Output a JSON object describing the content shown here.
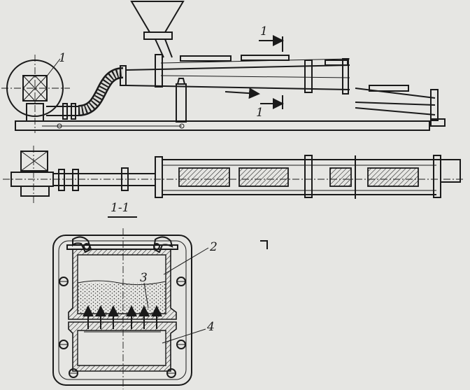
{
  "labels": {
    "fan": "1",
    "section_mark_top": "1",
    "section_mark_bottom": "1",
    "section_title": "1-1",
    "box_label": "2",
    "bed_label": "3",
    "chamber_label": "4"
  },
  "colors": {
    "paper": "#e6e6e3",
    "ink": "#1a1a1a"
  }
}
